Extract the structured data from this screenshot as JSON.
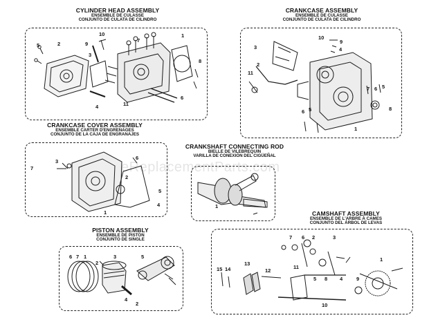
{
  "watermark": "eReplacementParts.com",
  "sections": [
    {
      "id": "cylinder-head",
      "title": "CYLINDER HEAD ASSEMBLY",
      "subtitle_fr": "ENSEMBLE DE CULASSE",
      "subtitle_es": "CONJUNTO DE CULATA DE CILINDRO",
      "callouts": [
        "10",
        "9",
        "7",
        "5",
        "2",
        "3",
        "1",
        "8",
        "4",
        "11",
        "6"
      ]
    },
    {
      "id": "crankcase",
      "title": "CRANKCASE ASSEMBLY",
      "subtitle_fr": "ENSEMBLE DE CULASSE",
      "subtitle_es": "CONJUNTO DE CULATA DE CILINDRO",
      "callouts": [
        "10",
        "9",
        "4",
        "3",
        "2",
        "11",
        "7",
        "6",
        "5",
        "8",
        "1"
      ]
    },
    {
      "id": "crankcase-cover",
      "title": "CRANKCASE COVER ASSEMBLY",
      "subtitle_fr": "ENSEMBLE CARTER D'ENGRENAGES",
      "subtitle_es": "CONJUNTO DE LA CAJA DE ENGRANAJES",
      "callouts": [
        "6",
        "3",
        "7",
        "2",
        "5",
        "4",
        "1"
      ]
    },
    {
      "id": "crankshaft",
      "title": "CRANKSHAFT CONNECTING ROD",
      "subtitle_fr": "BIELLE DE VILEBREQUIN",
      "subtitle_es": "VARILLA DE CONEXIÓN DEL CIGÜEÑAL",
      "callouts": [
        "1"
      ]
    },
    {
      "id": "camshaft",
      "title": "CAMSHAFT ASSEMBLY",
      "subtitle_fr": "ENSEMBLE DE L'ARBRE À CAMES",
      "subtitle_es": "CONJUNTO DEL ÁRBOL DE LEVAS",
      "callouts": [
        "7",
        "6",
        "2",
        "3",
        "15",
        "14",
        "13",
        "12",
        "11",
        "5",
        "8",
        "4",
        "9",
        "1",
        "10"
      ]
    },
    {
      "id": "piston",
      "title": "PISTON ASSEMBLY",
      "subtitle_fr": "ENSEMBLE DE PISTON",
      "subtitle_es": "CONJUNTO DE SINGLE",
      "callouts": [
        "6",
        "7",
        "1",
        "3",
        "5",
        "2",
        "4"
      ]
    }
  ]
}
